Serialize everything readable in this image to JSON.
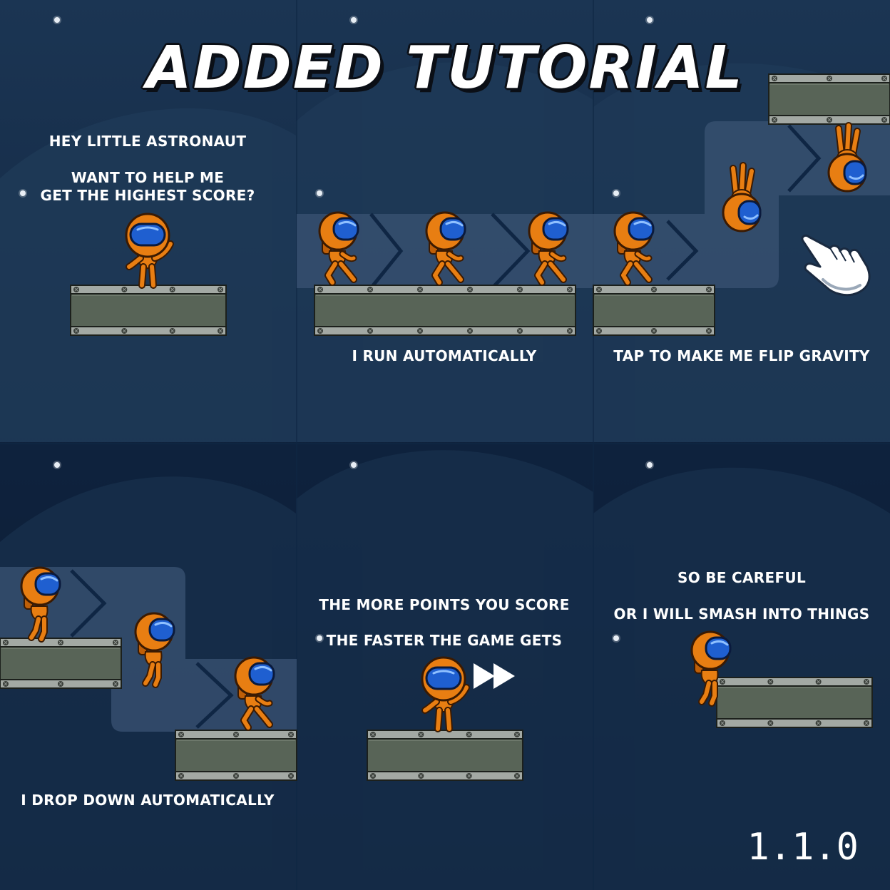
{
  "title": "ADDED TUTORIAL",
  "version": "1.1.0",
  "colors": {
    "background_top": "#1b3553",
    "background_bottom": "#0a1a33",
    "hill": "#1e3957",
    "platform_body": "#586457",
    "platform_rail": "#a3a9a4",
    "astronaut_suit": "#e87e12",
    "visor": "#1f5fd0",
    "path_highlight": "#3a5373",
    "text": "#ffffff"
  },
  "panels": [
    {
      "name": "intro",
      "lines": [
        "HEY LITTLE ASTRONAUT",
        "WANT TO HELP ME",
        "GET THE HIGHEST SCORE?"
      ]
    },
    {
      "name": "run",
      "lines": [
        "I RUN AUTOMATICALLY"
      ]
    },
    {
      "name": "flip",
      "lines": [
        "TAP TO MAKE ME FLIP GRAVITY"
      ],
      "icon": "tap-hand-icon"
    },
    {
      "name": "drop",
      "lines": [
        "I DROP DOWN AUTOMATICALLY"
      ]
    },
    {
      "name": "speed",
      "lines": [
        "THE MORE POINTS YOU SCORE",
        "THE FASTER THE GAME GETS"
      ],
      "icon": "fast-forward-icon"
    },
    {
      "name": "careful",
      "lines": [
        "SO BE CAREFUL",
        "OR I WILL SMASH INTO THINGS"
      ]
    }
  ]
}
